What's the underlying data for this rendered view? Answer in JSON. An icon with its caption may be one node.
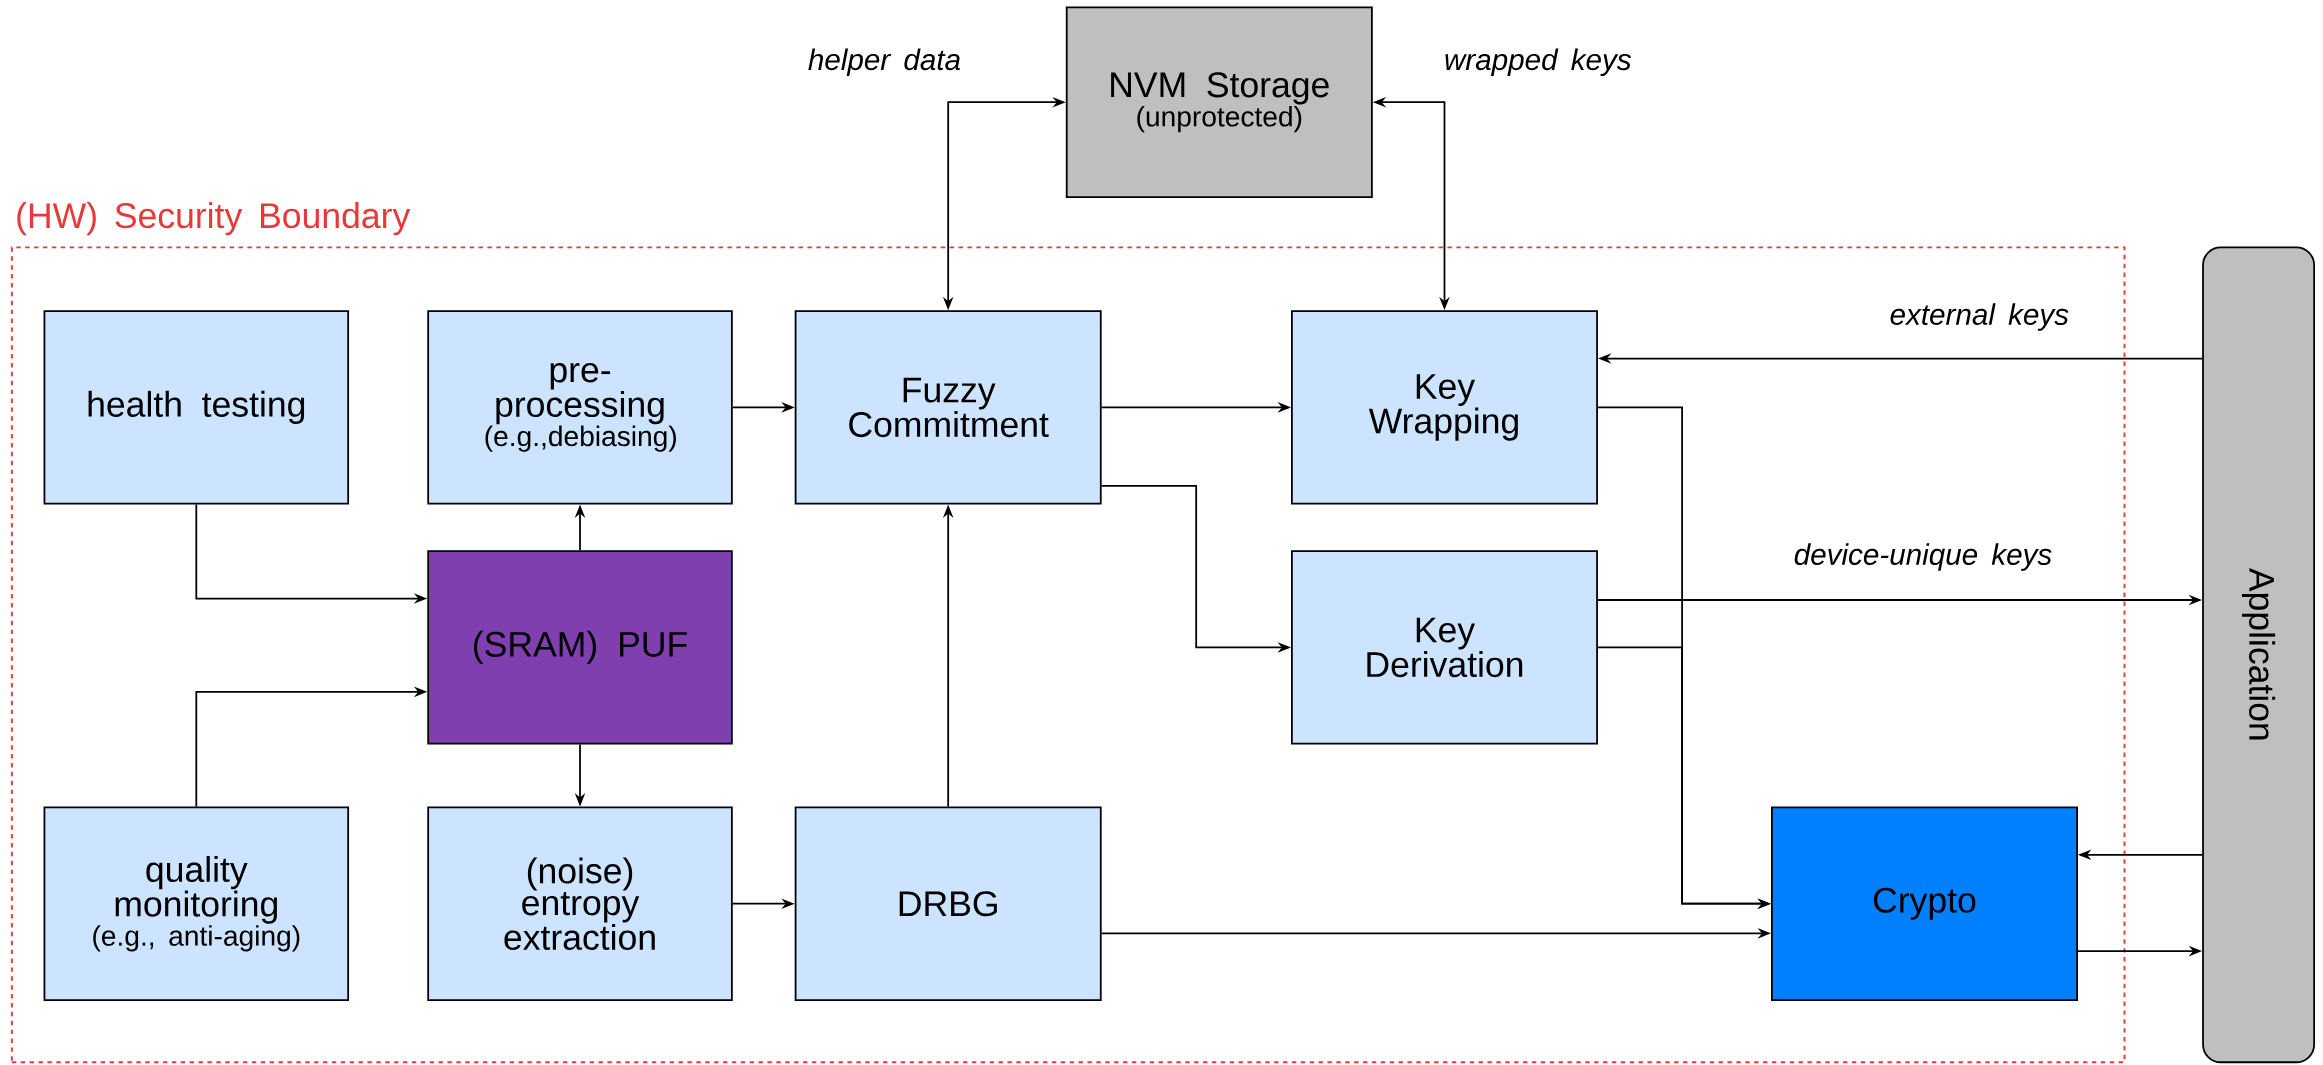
{
  "diagram": {
    "nodes": [
      {
        "text": [
          "NVM Storage",
          "(unprotected)"
        ]
      },
      {
        "text": [
          "(HW) Security Boundary"
        ]
      },
      {
        "text": [
          "health testing"
        ],
        "in": 1
      },
      {
        "text": [
          "pre-processing",
          "(e.g.,debiasing)"
        ],
        "in": 1
      },
      {
        "text": [
          "Fuzzy Commitment"
        ],
        "in": 1
      },
      {
        "text": [
          "Key Wrapping"
        ],
        "in": 1
      },
      {
        "text": [
          "(SRAM) PUF"
        ],
        "in": 1
      },
      {
        "text": [
          "Key Derivation"
        ],
        "in": 1
      },
      {
        "text": [
          "quality monitoring",
          "(e.g., anti-aging)"
        ],
        "in": 1
      },
      {
        "text": [
          "(noise) entropy extraction"
        ],
        "in": 1
      },
      {
        "text": [
          "DRBG"
        ],
        "in": 1
      },
      {
        "text": [
          "Crypto"
        ],
        "in": 1
      },
      {
        "text": [
          "Application"
        ]
      }
    ],
    "edges": [
      {
        "from": 4,
        "to": 0,
        "arrow": "both",
        "label": "helper data"
      },
      {
        "from": 5,
        "to": 0,
        "arrow": "both",
        "label": "wrapped keys"
      },
      {
        "from": 3,
        "to": 4,
        "arrow": "to"
      },
      {
        "from": 2,
        "to": 6,
        "arrow": "to"
      },
      {
        "from": 8,
        "to": 6,
        "arrow": "to"
      },
      {
        "from": 6,
        "to": 3,
        "arrow": "to"
      },
      {
        "from": 6,
        "to": 9,
        "arrow": "to"
      },
      {
        "from": 9,
        "to": 10,
        "arrow": "to"
      },
      {
        "from": 10,
        "to": 4,
        "arrow": "to"
      },
      {
        "from": 4,
        "to": 5,
        "arrow": "to"
      },
      {
        "from": 4,
        "to": 7,
        "arrow": "to"
      },
      {
        "from": 12,
        "to": 5,
        "arrow": "to",
        "label": "external keys"
      },
      {
        "from": 7,
        "to": 12,
        "arrow": "to",
        "label": "device-unique keys"
      },
      {
        "from": 5,
        "to": 11,
        "arrow": "to"
      },
      {
        "from": 7,
        "to": 11,
        "arrow": "to"
      },
      {
        "from": 10,
        "to": 11,
        "arrow": "to"
      },
      {
        "from": 12,
        "to": 11,
        "arrow": "to"
      },
      {
        "from": 11,
        "to": 12,
        "arrow": "to"
      }
    ]
  }
}
